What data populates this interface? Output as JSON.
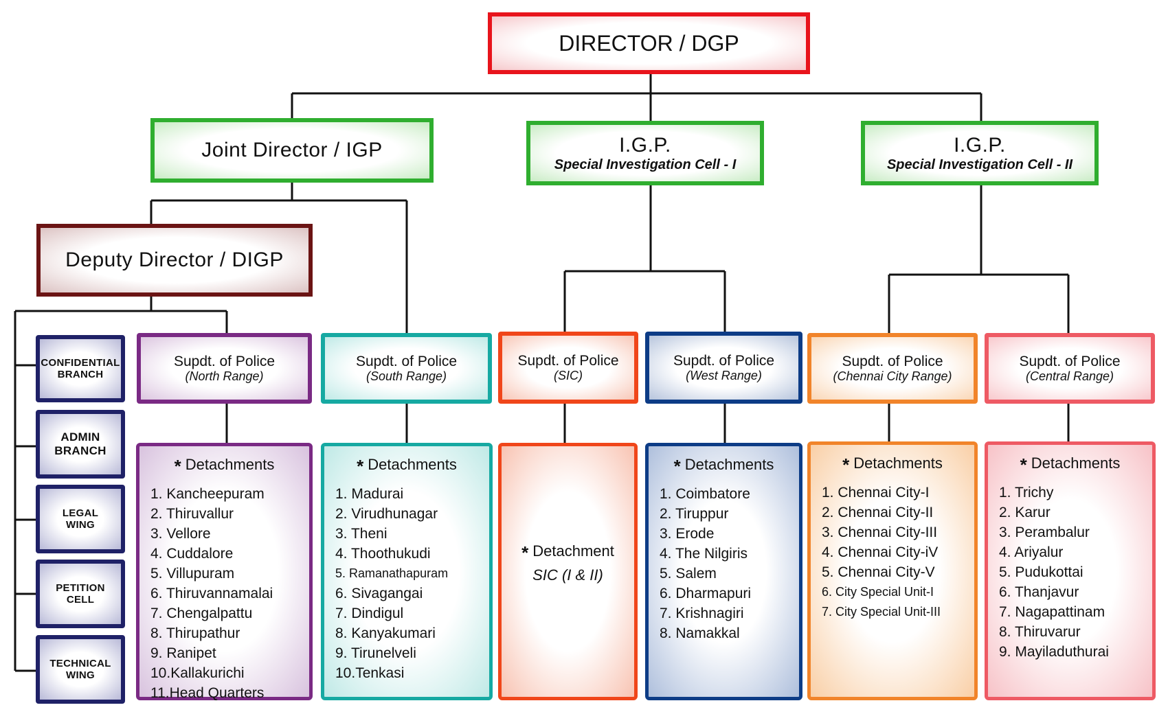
{
  "top": {
    "title": "DIRECTOR / DGP",
    "border": "#e8141c"
  },
  "level2": {
    "joint": {
      "title": "Joint Director / IGP"
    },
    "igp1": {
      "title": "I.G.P.",
      "subtitle": "Special Investigation Cell - I"
    },
    "igp2": {
      "title": "I.G.P.",
      "subtitle": "Special Investigation Cell - II"
    },
    "border": "#2fae2f"
  },
  "deputy": {
    "title": "Deputy Director / DIGP",
    "border": "#6b1414"
  },
  "branches": [
    {
      "lines": [
        "CONFIDENTIAL",
        "BRANCH"
      ]
    },
    {
      "lines": [
        "ADMIN",
        "BRANCH"
      ]
    },
    {
      "lines": [
        "LEGAL",
        "WING"
      ]
    },
    {
      "lines": [
        "PETITION",
        "CELL"
      ]
    },
    {
      "lines": [
        "TECHNICAL",
        "WING"
      ]
    }
  ],
  "branch_border": "#1f2167",
  "supdts": [
    {
      "name": "Supdt. of Police",
      "range": "(North Range)",
      "color": "#7a2a84"
    },
    {
      "name": "Supdt. of Police",
      "range": "(South Range)",
      "color": "#16a9a2"
    },
    {
      "name": "Supdt. of Police",
      "range": "(SIC)",
      "color": "#f0461a"
    },
    {
      "name": "Supdt. of Police",
      "range": "(West Range)",
      "color": "#0d3c86"
    },
    {
      "name": "Supdt. of Police",
      "range": "(Chennai City Range)",
      "color": "#f1842a"
    },
    {
      "name": "Supdt. of Police",
      "range": "(Central Range)",
      "color": "#ee5a64"
    }
  ],
  "detachments_label": "Detachments",
  "star": "*",
  "detachments": [
    [
      "1.  Kancheepuram",
      "2. Thiruvallur",
      "3. Vellore",
      "4. Cuddalore",
      "5. Villupuram",
      "6. Thiruvannamalai",
      "7. Chengalpattu",
      "8. Thirupathur",
      "9. Ranipet",
      "10.Kallakurichi",
      "11.Head Quarters"
    ],
    [
      "1. Madurai",
      "2. Virudhunagar",
      "3. Theni",
      "4. Thoothukudi",
      "5. Ramanathapuram",
      "6. Sivagangai",
      "7. Dindigul",
      "8. Kanyakumari",
      "9. Tirunelveli",
      "10.Tenkasi"
    ],
    [],
    [
      "1. Coimbatore",
      "2. Tiruppur",
      "3. Erode",
      "4. The Nilgiris",
      "5. Salem",
      "6. Dharmapuri",
      "7. Krishnagiri",
      "8. Namakkal"
    ],
    [
      "1. Chennai City-I",
      "2. Chennai City-II",
      "3. Chennai City-III",
      "4. Chennai City-iV",
      "5. Chennai City-V",
      "6. City Special Unit-I",
      "7. City Special Unit-III"
    ],
    [
      "1. Trichy",
      "2. Karur",
      "3. Perambalur",
      "4. Ariyalur",
      "5. Pudukottai",
      "6. Thanjavur",
      "7. Nagapattinam",
      "8. Thiruvarur",
      "9. Mayiladuthurai"
    ]
  ],
  "sic_detachment": {
    "label": "Detachment",
    "sub": "SIC (I & II)"
  }
}
